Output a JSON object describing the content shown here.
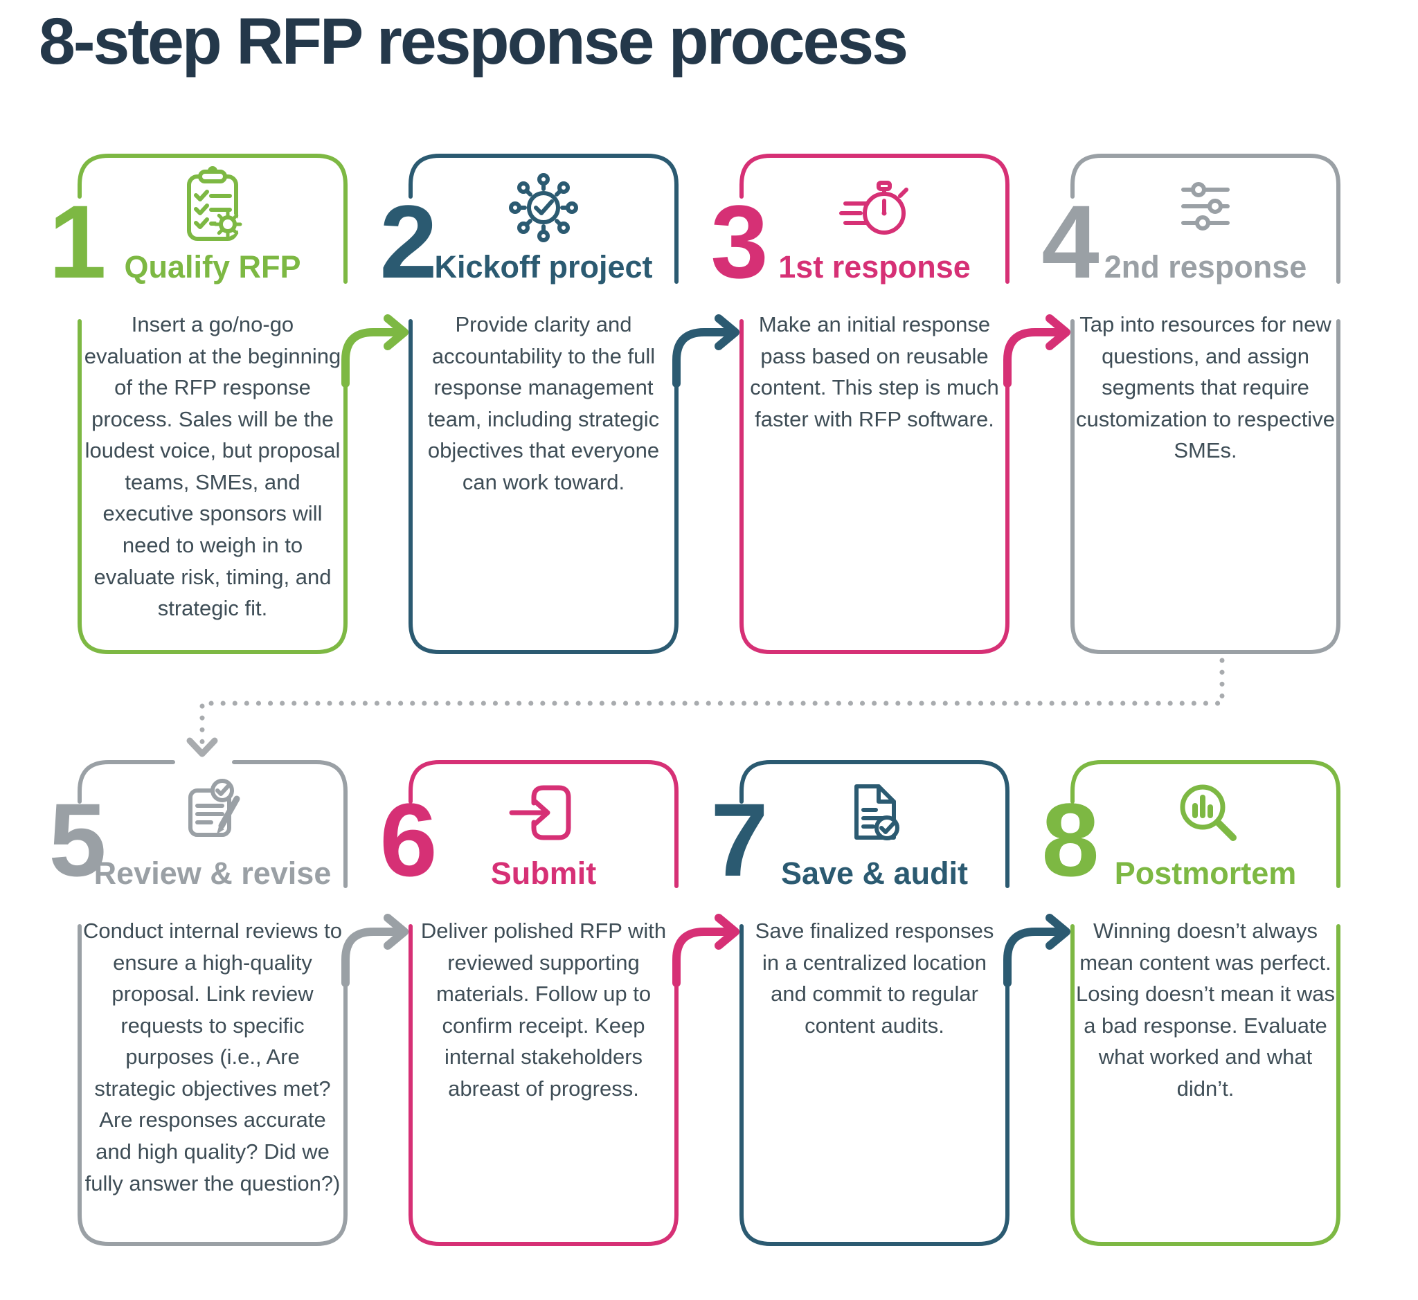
{
  "page": {
    "title": "8-step RFP response process"
  },
  "colors": {
    "green": "#7db843",
    "teal": "#2b5a71",
    "pink": "#d63075",
    "gray": "#9aa0a5",
    "title_navy": "#24384a",
    "body_text": "#3e4d56",
    "dotted_connector": "#a8abae"
  },
  "steps": [
    {
      "number": "1",
      "title": "Qualify RFP",
      "color": "#7db843",
      "icon": "clipboard-gear-icon",
      "description": "Insert a go/no-go evaluation at the beginning of the RFP response process. Sales will be the loudest voice, but proposal teams, SMEs, and executive sponsors will need to weigh in to evaluate risk, timing, and strategic fit."
    },
    {
      "number": "2",
      "title": "Kickoff project",
      "color": "#2b5a71",
      "icon": "network-check-icon",
      "description": "Provide clarity and accountability to the full response management team, including strategic objectives that everyone can work toward."
    },
    {
      "number": "3",
      "title": "1st response",
      "color": "#d63075",
      "icon": "stopwatch-icon",
      "description": "Make an initial response pass based on reusable content. This step is much faster with RFP software."
    },
    {
      "number": "4",
      "title": "2nd response",
      "color": "#9aa0a5",
      "icon": "sliders-icon",
      "description": "Tap into resources for new questions, and assign segments that require customization to respective SMEs."
    },
    {
      "number": "5",
      "title": "Review & revise",
      "color": "#9aa0a5",
      "icon": "document-pencil-check-icon",
      "description": "Conduct internal reviews to ensure a high-quality proposal. Link review requests to specific purposes (i.e., Are strategic objectives met? Are responses accurate and high quality? Did we fully answer the question?)"
    },
    {
      "number": "6",
      "title": "Submit",
      "color": "#d63075",
      "icon": "submit-arrow-box-icon",
      "description": "Deliver polished RFP with reviewed supporting materials. Follow up to confirm receipt. Keep internal stakeholders abreast of progress."
    },
    {
      "number": "7",
      "title": "Save & audit",
      "color": "#2b5a71",
      "icon": "document-check-icon",
      "description": "Save finalized responses in a centralized location and commit to regular content audits."
    },
    {
      "number": "8",
      "title": "Postmortem",
      "color": "#7db843",
      "icon": "magnifier-chart-icon",
      "description": "Winning doesn’t always mean content was perfect. Losing doesn’t mean it was a bad response. Evaluate what worked and what didn’t."
    }
  ]
}
